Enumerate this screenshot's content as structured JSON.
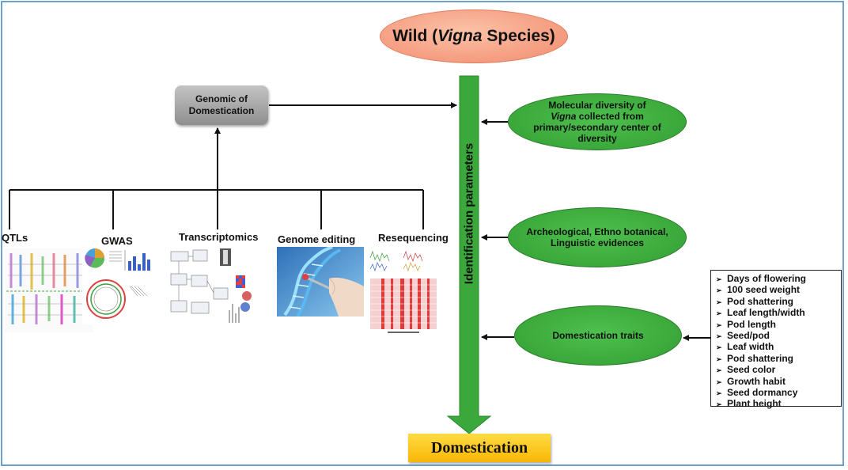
{
  "wild_node": {
    "text_prefix": "Wild (",
    "text_italic": "Vigna",
    "text_suffix": " Species)"
  },
  "genomic_node": {
    "line1": "Genomic of",
    "line2": "Domestication"
  },
  "methods": [
    {
      "label": "QTLs"
    },
    {
      "label": "GWAS"
    },
    {
      "label": "Transcriptomics"
    },
    {
      "label": "Genome editing"
    },
    {
      "label": "Resequencing"
    }
  ],
  "identification_label": "Identification parameters",
  "parameter_nodes": {
    "molecular": {
      "line1": "Molecular diversity of",
      "italic": "Vigna",
      "rest": " collected from primary/secondary center of diversity"
    },
    "archeological": {
      "text": "Archeological, Ethno botanical, Linguistic evidences"
    },
    "traits": {
      "text": "Domestication traits"
    }
  },
  "traits_list": [
    "Days of flowering",
    "100 seed weight",
    "Pod shattering",
    "Leaf length/width",
    "Pod length",
    "Seed/pod",
    "Leaf width",
    "Pod shattering",
    "Seed color",
    "Growth habit",
    "Seed dormancy",
    "Plant height"
  ],
  "domestication_node": {
    "text": "Domestication"
  },
  "colors": {
    "wild_oval": "#f6a084",
    "green_arrow": "#3aa83a",
    "parameter_oval": "#3aa83a",
    "domestication_box": "#f8b705",
    "genomic_box": "#a9a9a9",
    "frame": "#6fa0c8"
  }
}
